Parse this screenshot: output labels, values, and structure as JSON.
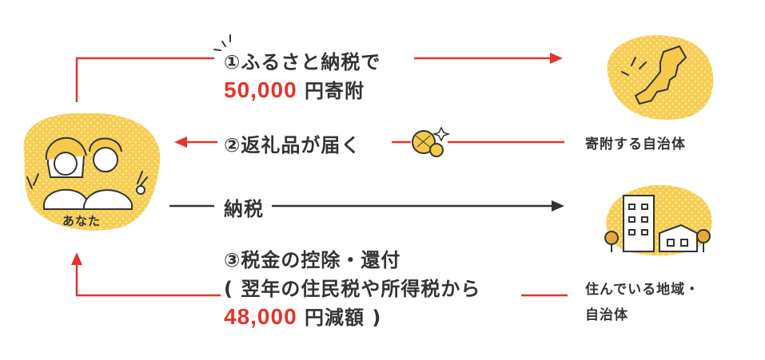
{
  "you": {
    "label": "あなた"
  },
  "donation_target": {
    "label": "寄附する自治体"
  },
  "residence": {
    "line1": "住んでいる地域・",
    "line2": "自治体"
  },
  "flows": {
    "step1": {
      "line1": "①ふるさと納税で",
      "amount": "50,000",
      "unit": "円寄附"
    },
    "step2": {
      "label": "②返礼品が届く"
    },
    "tax": {
      "label": "納税"
    },
    "step3": {
      "line1": "③税金の控除・還付",
      "line2": "( 翌年の住民税や所得税から",
      "amount": "48,000",
      "unit": "円減額 )"
    }
  },
  "colors": {
    "accent_red": "#e5342a",
    "blob_yellow": "#f6c94b",
    "arrow_dark": "#333333",
    "building_orange": "#e8a83a"
  }
}
